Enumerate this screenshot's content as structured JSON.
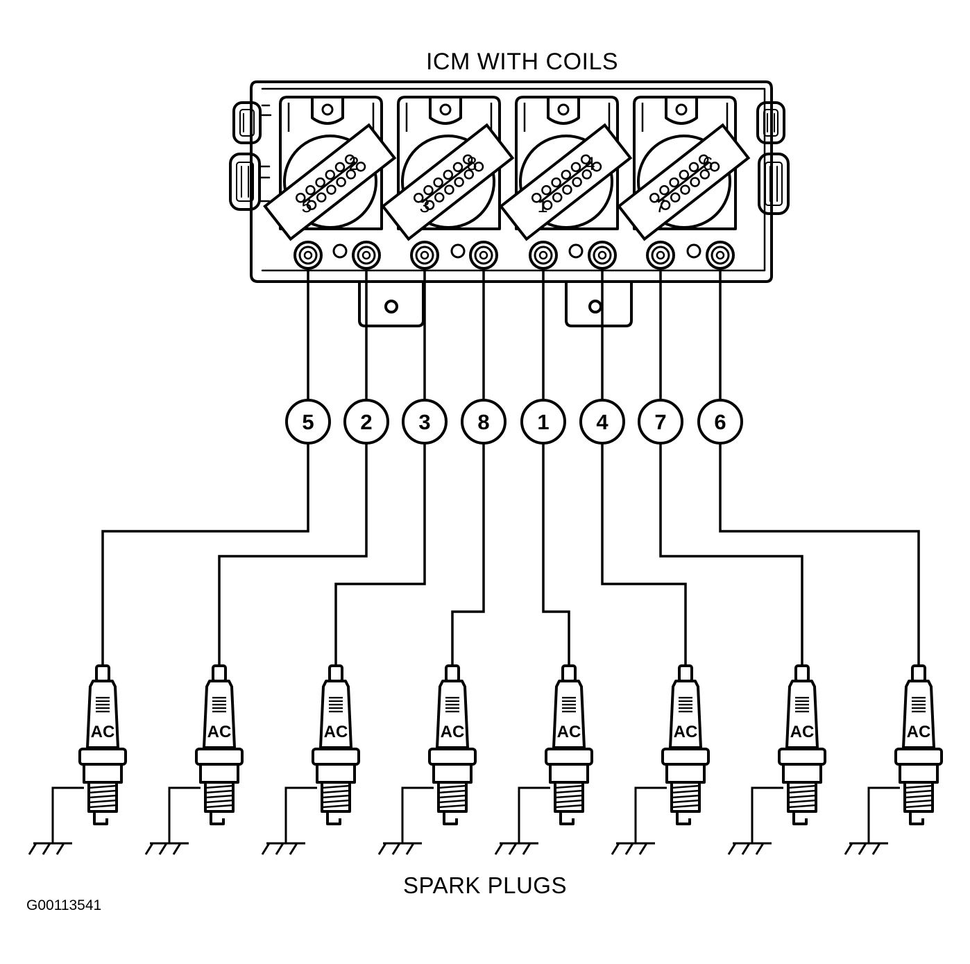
{
  "title": "ICM WITH COILS",
  "footer_label": "SPARK PLUGS",
  "figure_id": "G00113541",
  "coil_packs": [
    {
      "left_cyl": "5",
      "right_cyl": "2"
    },
    {
      "left_cyl": "3",
      "right_cyl": "8"
    },
    {
      "left_cyl": "1",
      "right_cyl": "4"
    },
    {
      "left_cyl": "7",
      "right_cyl": "6"
    }
  ],
  "wire_numbers": [
    "5",
    "2",
    "3",
    "8",
    "1",
    "4",
    "7",
    "6"
  ],
  "plug_brand": "AC",
  "plug_count": 8
}
